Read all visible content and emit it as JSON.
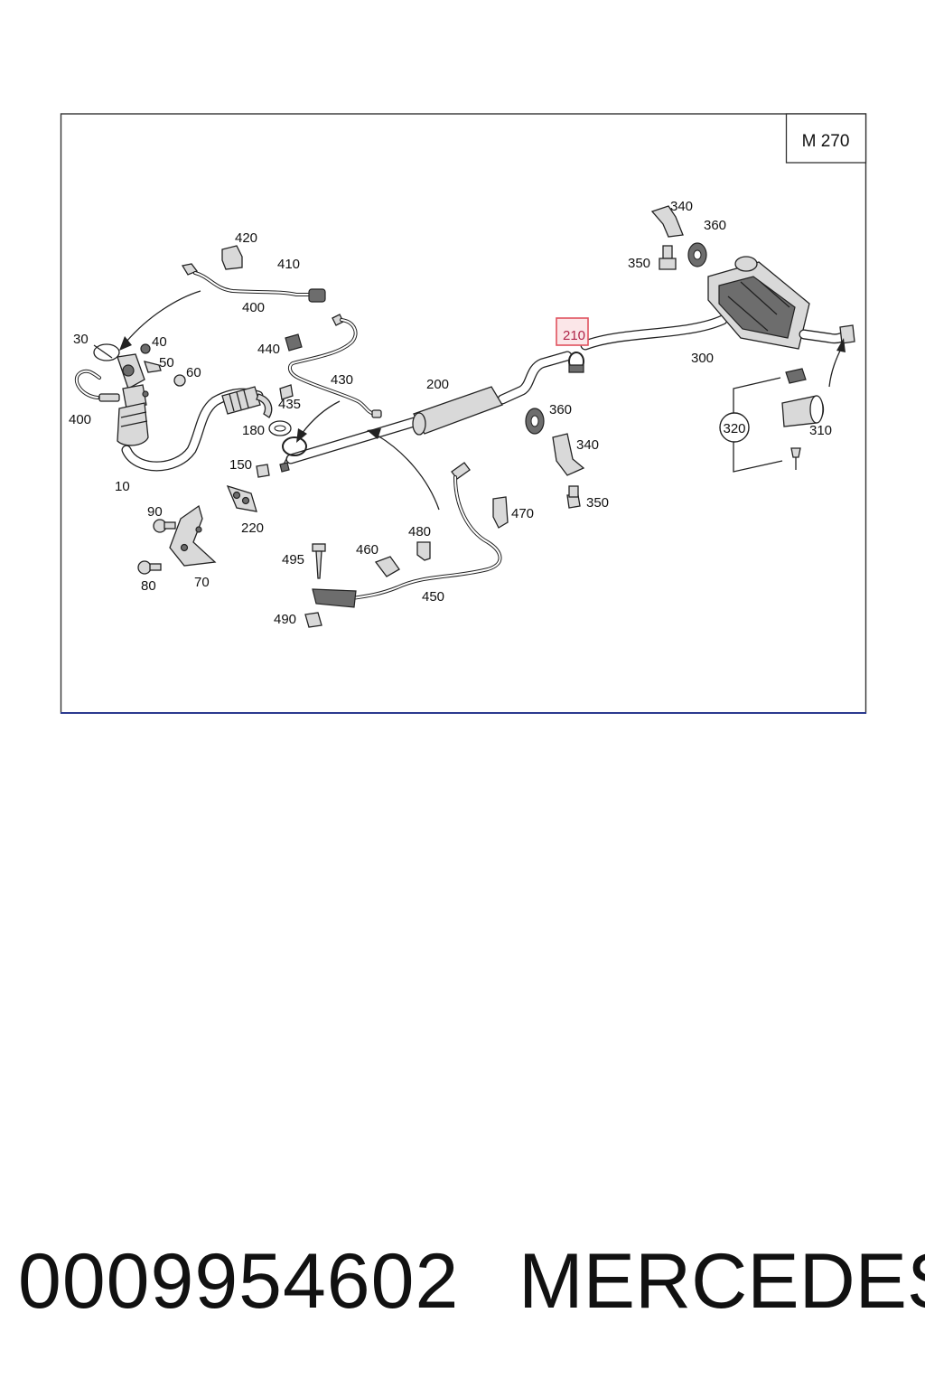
{
  "diagram": {
    "engine_code": "M 270",
    "highlighted_part": "210",
    "callouts": {
      "c10": "10",
      "c30": "30",
      "c40": "40",
      "c50": "50",
      "c60": "60",
      "c70": "70",
      "c80": "80",
      "c90": "90",
      "c150": "150",
      "c180": "180",
      "c200": "200",
      "c210": "210",
      "c220": "220",
      "c300": "300",
      "c310": "310",
      "c320": "320",
      "c340a": "340",
      "c340b": "340",
      "c350a": "350",
      "c350b": "350",
      "c360a": "360",
      "c360b": "360",
      "c400a": "400",
      "c400b": "400",
      "c410": "410",
      "c420": "420",
      "c430": "430",
      "c435": "435",
      "c440": "440",
      "c450": "450",
      "c460": "460",
      "c470": "470",
      "c480": "480",
      "c490": "490",
      "c495": "495"
    }
  },
  "footer": {
    "part_number": "0009954602",
    "brand": "MERCEDES"
  },
  "colors": {
    "highlight_box": "#e0525e",
    "highlight_fill": "#fbe6e8",
    "frame_bottom": "#2b3a8f"
  }
}
